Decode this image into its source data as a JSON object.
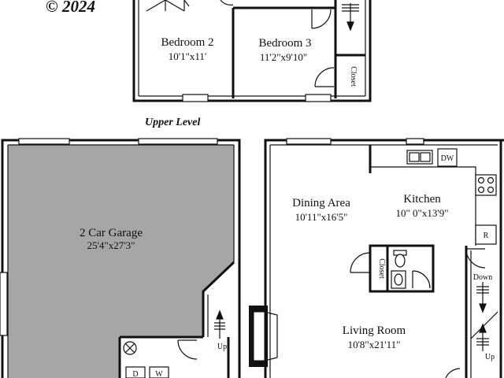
{
  "copyright": "© 2024",
  "upper_level": {
    "caption": "Upper Level",
    "rooms": [
      {
        "name": "Bedroom 2",
        "size": "10'1\"x11'"
      },
      {
        "name": "Bedroom 3",
        "size": "11'2\"x9'10\""
      }
    ],
    "closet_label": "Closet"
  },
  "lower_level": {
    "rooms": [
      {
        "name": "2 Car Garage",
        "size": "25'4\"x27'3\""
      },
      {
        "name": "Dining Area",
        "size": "10'11\"x16'5\""
      },
      {
        "name": "Kitchen",
        "size": "10\" 0\"x13'9\""
      },
      {
        "name": "Living Room",
        "size": "10'8\"x21'11\""
      }
    ],
    "closet_label": "Closet",
    "stair_labels": {
      "garage_up": "Up",
      "down": "Down",
      "living_up": "Up"
    },
    "appliances": {
      "dishwasher": "DW",
      "refrigerator": "R",
      "dryer": "D",
      "washer": "W"
    }
  },
  "colors": {
    "garage_fill": "#a6a6a6",
    "line": "#111111",
    "background": "#ffffff"
  }
}
